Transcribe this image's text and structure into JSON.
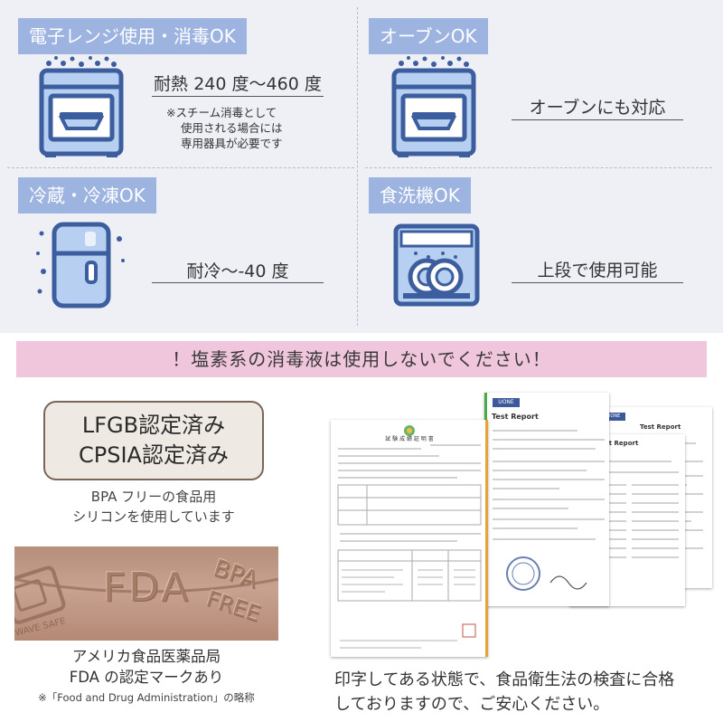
{
  "panels": {
    "microwave": {
      "badge": "電子レンジ使用・消毒OK",
      "main": "耐熱 240 度～460 度",
      "note_lines": [
        "※スチーム消毒として",
        "使用される場合には",
        "専用器具が必要です"
      ]
    },
    "oven": {
      "badge": "オーブンOK",
      "main": "オーブンにも対応"
    },
    "freezer": {
      "badge": "冷蔵・冷凍OK",
      "main": "耐冷～-40 度"
    },
    "dishwasher": {
      "badge": "食洗機OK",
      "main": "上段で使用可能"
    }
  },
  "warning": "！塩素系の消毒液は使用しないでください！",
  "certification": {
    "lines": [
      "LFGB認定済み",
      "CPSIA認定済み"
    ],
    "caption_lines": [
      "BPA フリーの食品用",
      "シリコンを使用しています"
    ]
  },
  "fda": {
    "emboss_fda": "FDA",
    "emboss_bpa": "BPA",
    "emboss_free": "FREE",
    "emboss_microwave": "WAVE SAFE",
    "caption_lines": [
      "アメリカ食品医薬品局",
      "FDA の認定マークあり"
    ],
    "footnote": "※「Food and Drug Administration」の略称"
  },
  "documents": {
    "report_title": "Test Report",
    "logo_text": "UONE",
    "jp_title": "試 験 成 績 証 明 書"
  },
  "bottom_lines": [
    "印字してある状態で、食品衛生法の検査に合格",
    "しておりますので、ご安心ください。"
  ],
  "colors": {
    "badge": "#9db3e0",
    "icon_blue": "#3d5e9e",
    "icon_light": "#b7d0f1",
    "warning_bg": "#f0c6dd",
    "top_bg": "#eef0f6"
  }
}
